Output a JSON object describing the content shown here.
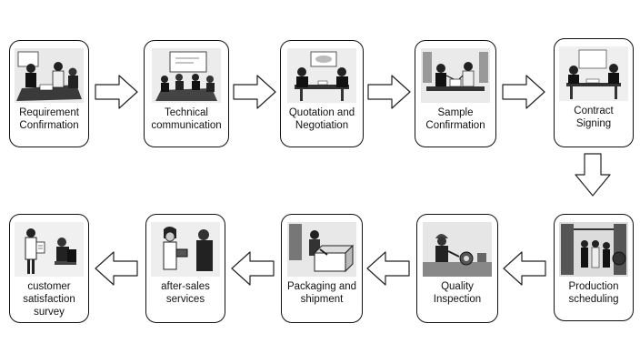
{
  "steps": [
    {
      "label": "Requirement\nConfirmation",
      "icon": "meeting-table-illustration"
    },
    {
      "label": "Technical\ncommunication",
      "icon": "presentation-room-illustration"
    },
    {
      "label": "Quotation and\nNegotiation",
      "icon": "negotiation-table-illustration"
    },
    {
      "label": "Sample\nConfirmation",
      "icon": "sample-review-illustration"
    },
    {
      "label": "Contract\nSigning",
      "icon": "contract-signing-illustration"
    },
    {
      "label": "Production\nscheduling",
      "icon": "factory-floor-illustration"
    },
    {
      "label": "Quality\nInspection",
      "icon": "inspector-illustration"
    },
    {
      "label": "Packaging and\nshipment",
      "icon": "packing-box-illustration"
    },
    {
      "label": "after-sales\nservices",
      "icon": "service-handover-illustration"
    },
    {
      "label": "customer\nsatisfaction\nsurvey",
      "icon": "survey-clipboard-illustration"
    }
  ],
  "arrows": [
    "right",
    "right",
    "right",
    "right",
    "down",
    "left",
    "left",
    "left",
    "left"
  ]
}
